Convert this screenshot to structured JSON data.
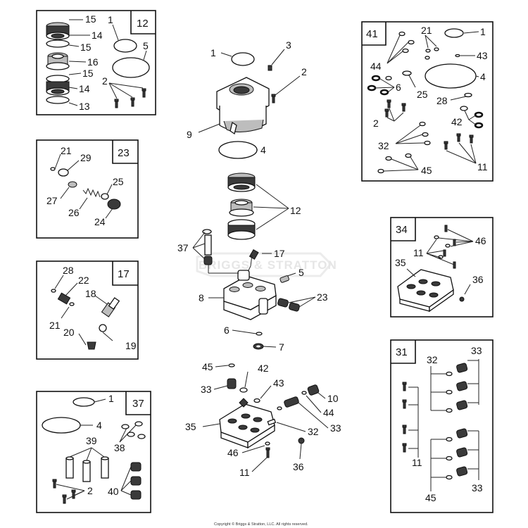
{
  "copyright": "Copyright © Briggs & Stratton, LLC. All rights reserved.",
  "watermark": "BRIGGS & STRATTON",
  "boxes": {
    "b12": {
      "tag": "12",
      "labels": [
        "15",
        "14",
        "15",
        "16",
        "15",
        "14",
        "13",
        "1",
        "5",
        "2"
      ]
    },
    "b23": {
      "tag": "23",
      "labels": [
        "21",
        "29",
        "27",
        "25",
        "26",
        "24"
      ]
    },
    "b17": {
      "tag": "17",
      "labels": [
        "28",
        "22",
        "18",
        "21",
        "20",
        "19"
      ]
    },
    "b37": {
      "tag": "37",
      "labels": [
        "1",
        "4",
        "38",
        "39",
        "2",
        "40"
      ]
    },
    "b41": {
      "tag": "41",
      "labels": [
        "21",
        "1",
        "44",
        "43",
        "6",
        "4",
        "25",
        "28",
        "42",
        "2",
        "32",
        "45",
        "11"
      ]
    },
    "b34": {
      "tag": "34",
      "labels": [
        "46",
        "11",
        "35",
        "36"
      ]
    },
    "b31": {
      "tag": "31",
      "labels": [
        "32",
        "33",
        "11",
        "45",
        "33"
      ]
    }
  },
  "center": {
    "labels": [
      "1",
      "3",
      "2",
      "9",
      "4",
      "12",
      "37",
      "17",
      "5",
      "8",
      "23",
      "6",
      "7",
      "45",
      "42",
      "33",
      "43",
      "10",
      "44",
      "35",
      "32",
      "33",
      "46",
      "11",
      "36"
    ]
  }
}
